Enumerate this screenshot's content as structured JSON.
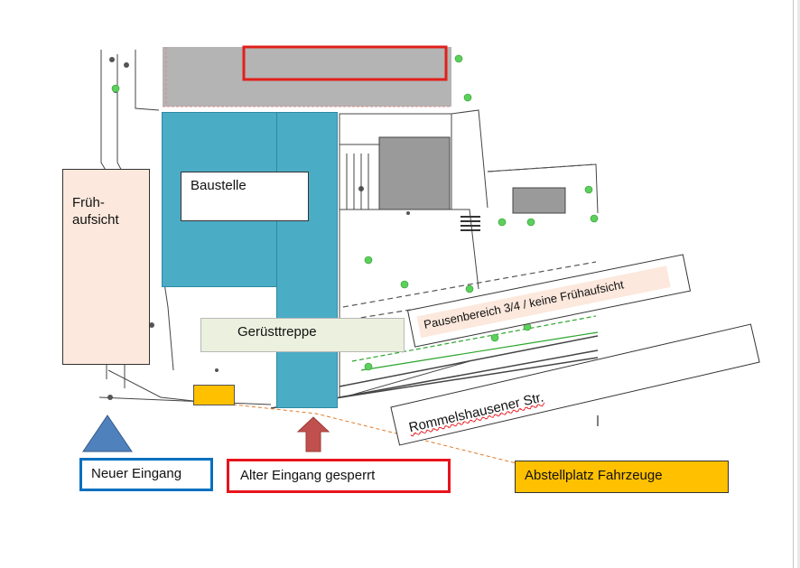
{
  "labels": {
    "fruehaufsicht": "Früh-\naufsicht",
    "baustelle": "Baustelle",
    "geruesttreppe": "Gerüsttreppe",
    "pausenbereich": "Pausenbereich  3/4  / keine Frühaufsicht",
    "strasse": "Rommelshausener Str.",
    "neuer_eingang": "Neuer Eingang",
    "alter_eingang": "Alter Eingang gesperrt",
    "abstellplatz": "Abstellplatz Fahrzeuge"
  },
  "colors": {
    "baustelle_blue": "#4bacc6",
    "fruehaufsicht_fill": "#fce8dc",
    "geruest_fill": "#ebf1de",
    "neuer_eingang_border": "#0070c0",
    "alter_eingang_border": "#e8141b",
    "abstellplatz_fill": "#ffc000",
    "triangle": "#4f81bd",
    "arrow": "#c0504d"
  }
}
